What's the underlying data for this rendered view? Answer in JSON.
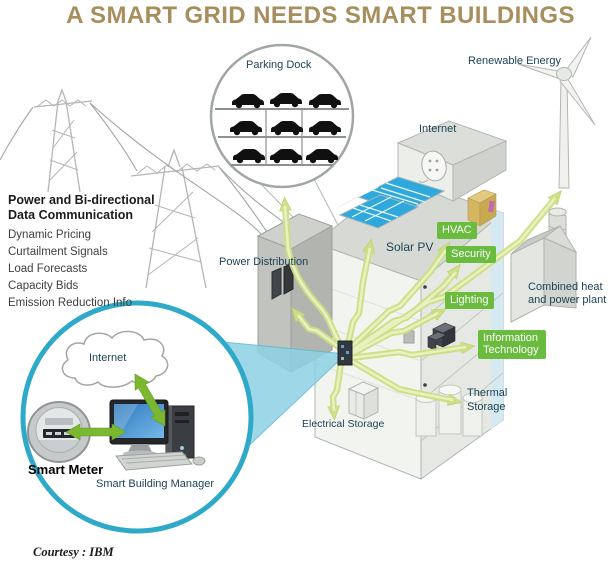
{
  "title": "A SMART GRID NEEDS SMART BUILDINGS",
  "info_panel": {
    "heading": "Power and Bi-directional Data Communication",
    "items": [
      "Dynamic Pricing",
      "Curtailment Signals",
      "Load Forecasts",
      "Capacity Bids",
      "Emission Reduction Info"
    ]
  },
  "diagram_labels": {
    "parking_dock": "Parking Dock",
    "renewable_energy": "Renewable Energy",
    "internet_rooftop": "Internet",
    "solar_pv": "Solar PV",
    "power_distribution": "Power Distribution",
    "combined_heat_power": "Combined heat and power plant",
    "thermal_storage": "Thermal Storage",
    "electrical_storage": "Electrical Storage"
  },
  "building_systems": [
    "HVAC",
    "Security",
    "Lighting",
    "Information Technology"
  ],
  "inset": {
    "internet": "Internet",
    "smart_meter": "Smart Meter",
    "smart_building_manager": "Smart Building Manager"
  },
  "courtesy": "Courtesy : IBM",
  "colors": {
    "title_text": "#a78e5c",
    "label_text": "#1d4356",
    "system_badge_bg": "#69bc3e",
    "system_badge_text": "#ffffff",
    "energy_ribbon": "#ccdf82",
    "energy_ribbon_light": "#e9f0c2",
    "solid_arrow_green": "#7cb82f",
    "inset_circle_border": "#2fa9c8",
    "magnifier_wedge": "#8ed2e4",
    "solar_panel_blue": "#2fa9dc",
    "line_gray": "#b2b6b2",
    "car_black": "#101010"
  }
}
